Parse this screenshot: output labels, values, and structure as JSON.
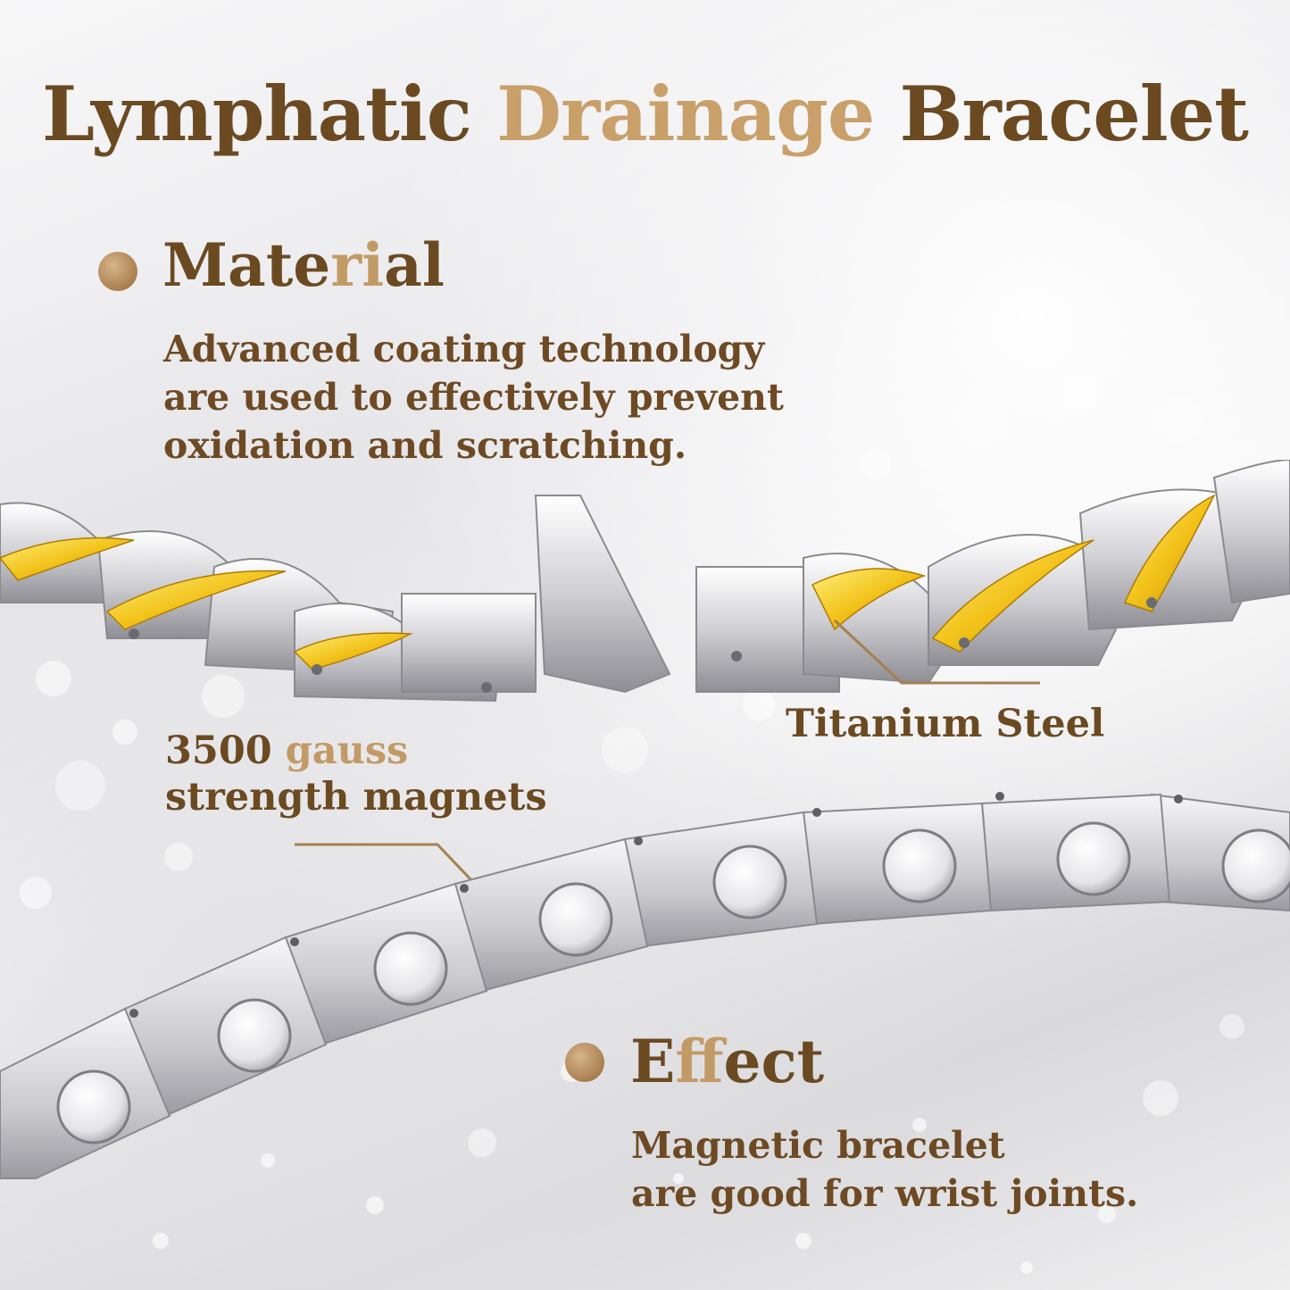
{
  "title": {
    "part1": "Lymphatic ",
    "part2": "Drainage",
    "part3": " Bracelet"
  },
  "material": {
    "heading_prefix": "Mate",
    "heading_highlight": "ri",
    "heading_suffix": "al",
    "lines": [
      "Advanced coating technology",
      "are used to effectively prevent",
      "oxidation and scratching."
    ]
  },
  "callouts": {
    "titanium": "Titanium Steel",
    "magnets_number": "3500 ",
    "magnets_unit": "gauss",
    "magnets_line2": "strength magnets"
  },
  "effect": {
    "heading_prefix": "E",
    "heading_highlight": "ff",
    "heading_suffix": "ect",
    "lines": [
      "Magnetic bracelet",
      "are good for wrist joints."
    ]
  },
  "colors": {
    "brown": "#6b4a22",
    "gold": "#c9a06a",
    "metal_gold": "#f2c21a",
    "silver": "#d8d8dc"
  }
}
